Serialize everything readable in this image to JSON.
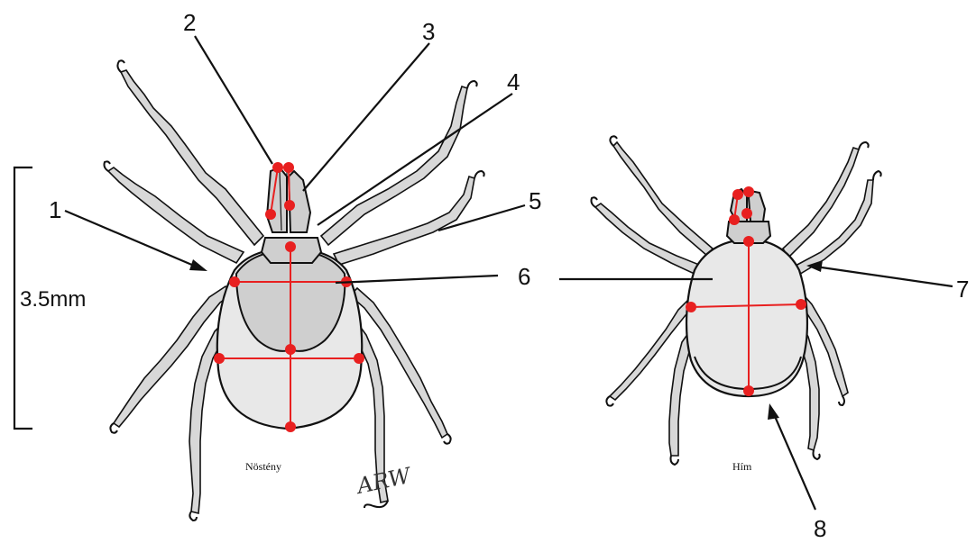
{
  "labels": {
    "n1": "1",
    "n2": "2",
    "n3": "3",
    "n4": "4",
    "n5": "5",
    "n6": "6",
    "n7": "7",
    "n8": "8"
  },
  "scale_bar": {
    "text": "3.5mm"
  },
  "female": {
    "caption": "Nöstény"
  },
  "male": {
    "caption": "Hím"
  },
  "signature": "ARW",
  "colors": {
    "marker": "#e82020",
    "line": "#111111",
    "stipple": "#555555"
  }
}
